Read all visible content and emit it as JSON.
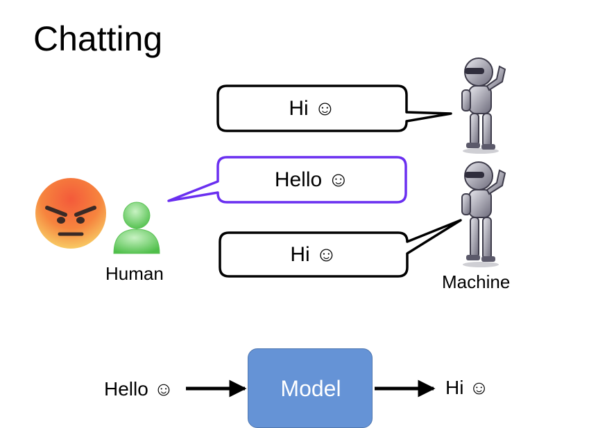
{
  "title": "Chatting",
  "bubbles": [
    {
      "text": "Hi ☺",
      "speaker": "machine"
    },
    {
      "text": "Hello ☺",
      "speaker": "human"
    },
    {
      "text": "Hi ☺",
      "speaker": "machine"
    }
  ],
  "human_label": "Human",
  "machine_label": "Machine",
  "flow": {
    "input": "Hello ☺",
    "model": "Model",
    "output": "Hi ☺"
  },
  "colors": {
    "human_bubble_border": "#6a2ff0",
    "model_fill": "#6593d6",
    "human_icon": "#7fd67a",
    "angry_face_top": "#f2453c",
    "angry_face_bottom": "#f8d66a"
  }
}
